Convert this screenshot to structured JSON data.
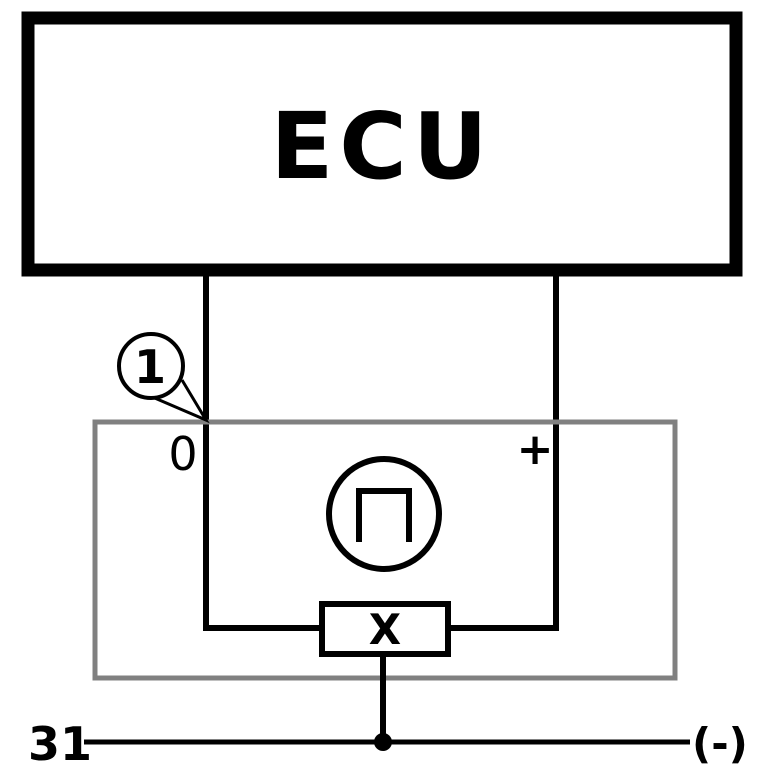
{
  "ecu": {
    "label": "ECU"
  },
  "callout": {
    "number": "1"
  },
  "sensor": {
    "terminal_zero": "0",
    "terminal_plus": "+",
    "signal_symbol": "square-wave-in-circle",
    "element_symbol": "X"
  },
  "ground_bus": {
    "left_label": "31",
    "right_label": "(-)"
  },
  "colors": {
    "line": "#000000",
    "housing": "#808080",
    "background": "#ffffff"
  }
}
